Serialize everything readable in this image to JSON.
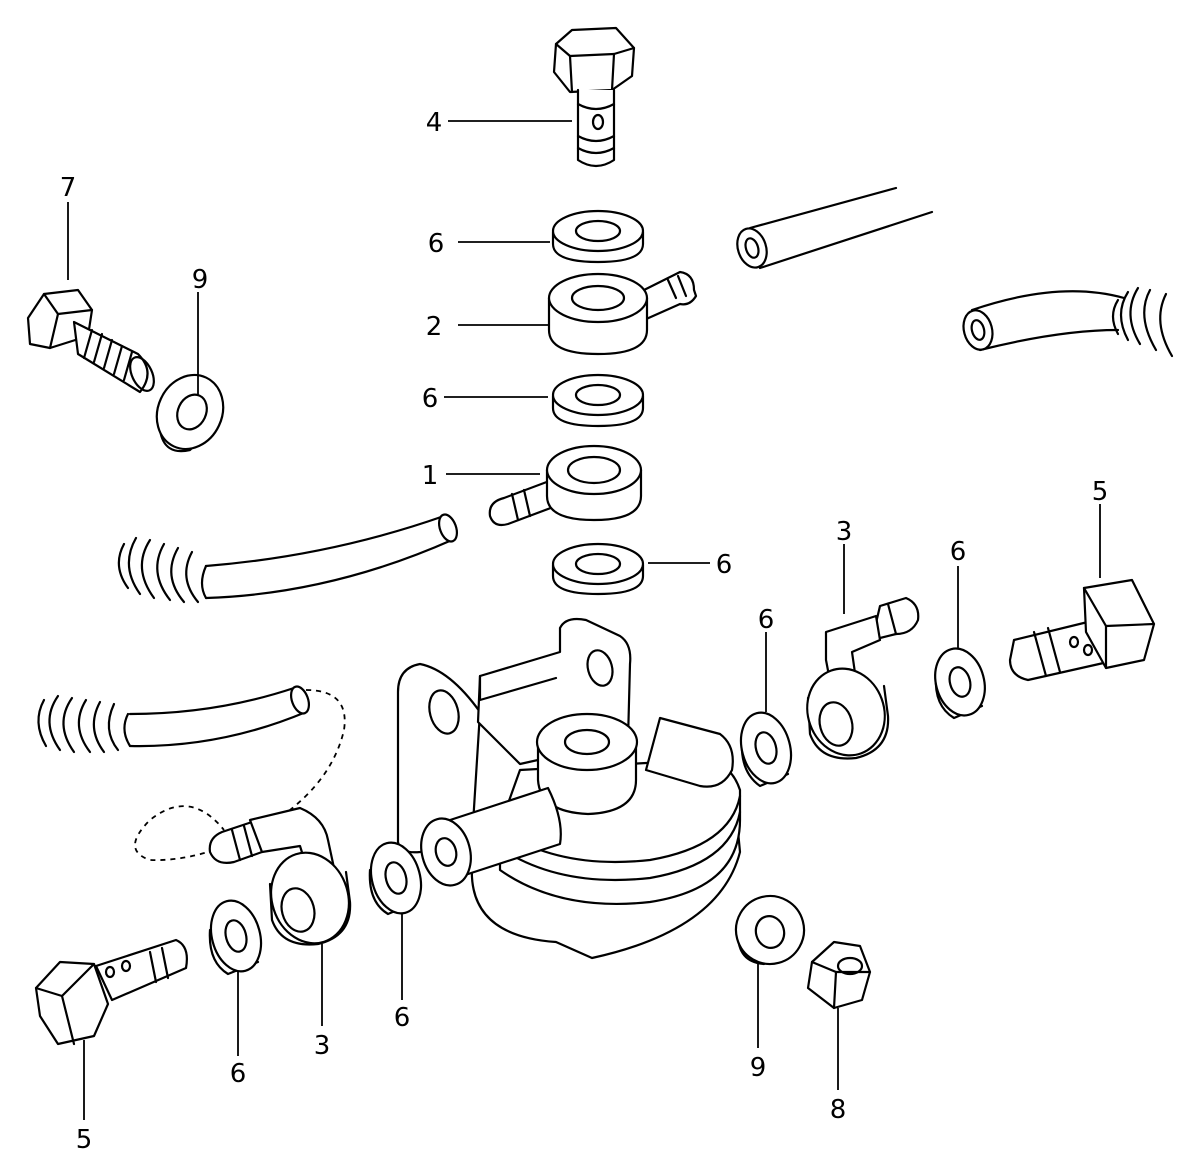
{
  "callouts": {
    "c4": "4",
    "c7": "7",
    "c9_top": "9",
    "c6_a": "6",
    "c2": "2",
    "c6_b": "6",
    "c1": "1",
    "c6_c": "6",
    "c5_right": "5",
    "c3_right": "3",
    "c6_right_a": "6",
    "c6_right_b": "6",
    "c5_left": "5",
    "c6_left": "6",
    "c3_left": "3",
    "c6_mid": "6",
    "c9_bottom": "9",
    "c8": "8"
  }
}
